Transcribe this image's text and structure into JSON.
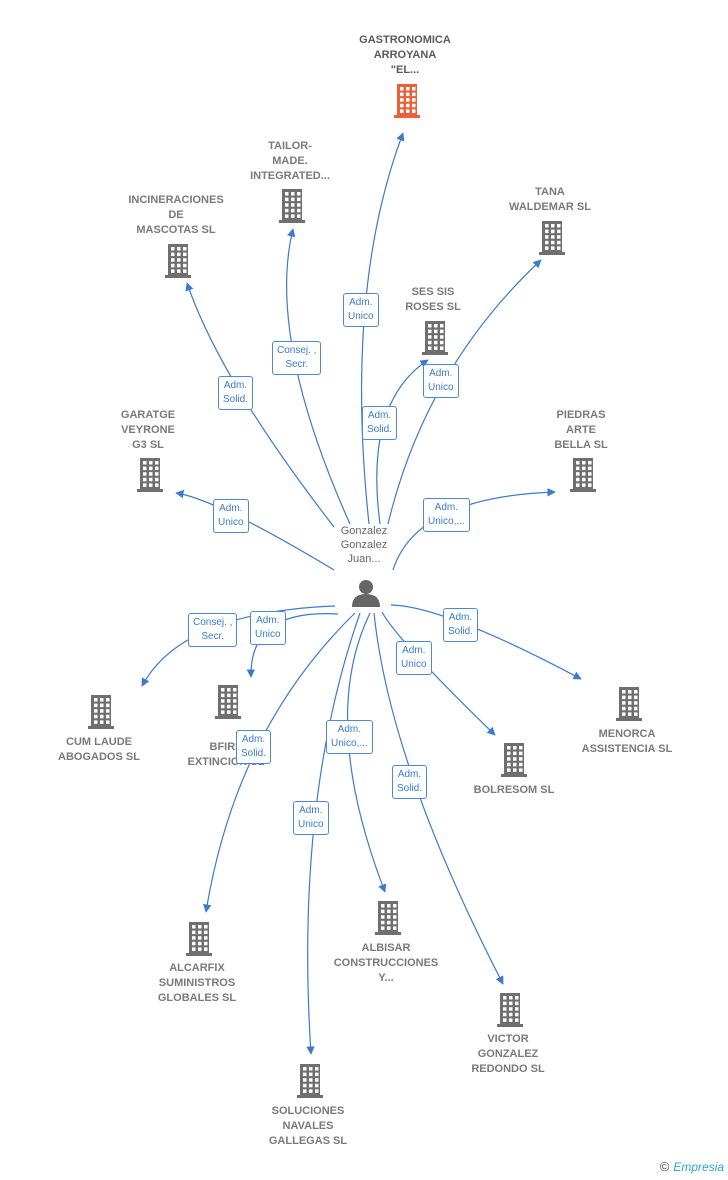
{
  "center": {
    "label": "Gonzalez\nGonzalez\nJuan..."
  },
  "colors": {
    "edge": "#3a7bd0",
    "building": "#6f6f6f",
    "highlight": "#e8613a"
  },
  "companies": [
    {
      "id": "gastronomica",
      "label": "GASTRONOMICA\nARROYANA\n\"EL...",
      "highlight": true
    },
    {
      "id": "tailor",
      "label": "TAILOR-\nMADE.\nINTEGRATED..."
    },
    {
      "id": "incineraciones",
      "label": "INCINERACIONES\nDE\nMASCOTAS  SL"
    },
    {
      "id": "tana",
      "label": "TANA\nWALDEMAR SL"
    },
    {
      "id": "sessis",
      "label": "SES SIS\nROSES  SL"
    },
    {
      "id": "garatge",
      "label": "GARATGE\nVEYRONE\nG3  SL"
    },
    {
      "id": "piedras",
      "label": "PIEDRAS\nARTE\nBELLA SL"
    },
    {
      "id": "cumlaude",
      "label": "CUM LAUDE\nABOGADOS SL"
    },
    {
      "id": "bfire",
      "label": "BFIRE\nEXTINCION  SL"
    },
    {
      "id": "menorca",
      "label": "MENORCA\nASSISTENCIA SL"
    },
    {
      "id": "bolresom",
      "label": "BOLRESOM  SL"
    },
    {
      "id": "alcarfix",
      "label": "ALCARFIX\nSUMINISTROS\nGLOBALES SL"
    },
    {
      "id": "albisar",
      "label": "ALBISAR\nCONSTRUCCIONES\nY..."
    },
    {
      "id": "victor",
      "label": "VICTOR\nGONZALEZ\nREDONDO  SL"
    },
    {
      "id": "soluciones",
      "label": "SOLUCIONES\nNAVALES\nGALLEGAS  SL"
    }
  ],
  "relations": [
    {
      "to": "gastronomica",
      "label": "Adm.\nUnico"
    },
    {
      "to": "tailor",
      "label": "Consej. ,\nSecr."
    },
    {
      "to": "incineraciones",
      "label": "Adm.\nSolid."
    },
    {
      "to": "tana",
      "label": "Adm.\nUnico"
    },
    {
      "to": "sessis",
      "label": "Adm.\nSolid."
    },
    {
      "to": "garatge",
      "label": "Adm.\nUnico"
    },
    {
      "to": "piedras",
      "label": "Adm.\nUnico,..."
    },
    {
      "to": "cumlaude",
      "label": "Consej. ,\nSecr."
    },
    {
      "to": "bfire",
      "label": "Adm.\nUnico"
    },
    {
      "to": "menorca",
      "label": "Adm.\nSolid."
    },
    {
      "to": "bolresom",
      "label": "Adm.\nUnico"
    },
    {
      "to": "alcarfix",
      "label": "Adm.\nSolid."
    },
    {
      "to": "albisar",
      "label": "Adm.\nUnico,..."
    },
    {
      "to": "victor",
      "label": "Adm.\nSolid."
    },
    {
      "to": "soluciones",
      "label": "Adm.\nUnico"
    }
  ],
  "brand": {
    "copyright": "©",
    "name": "Empresia"
  }
}
